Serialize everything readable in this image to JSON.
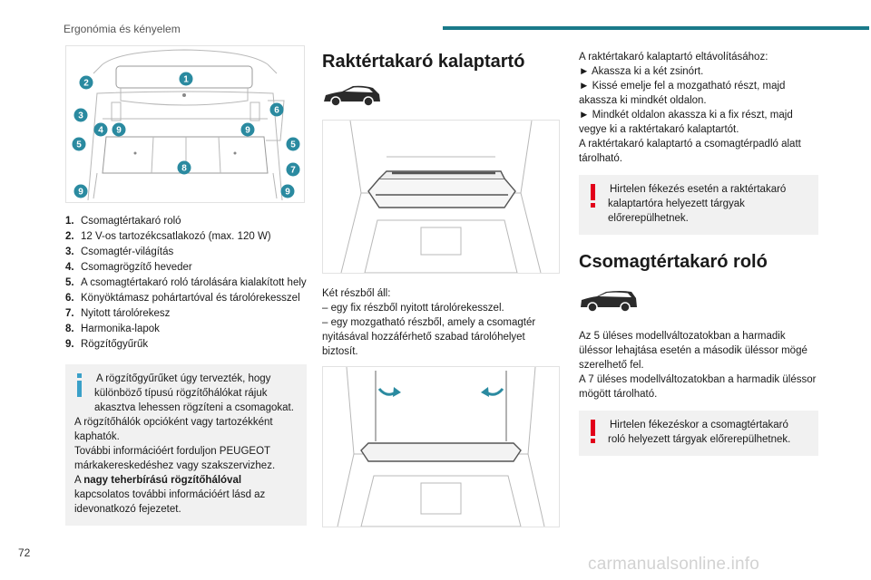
{
  "header": {
    "title": "Ergonómia és kényelem"
  },
  "page_number": "72",
  "watermark": "carmanualsonline.info",
  "colors": {
    "accent": "#1a7a8a",
    "callout": "#2a8aa0",
    "warning": "#e2001a",
    "info": "#3aa0c8"
  },
  "illustration1": {
    "callouts": [
      "1",
      "2",
      "3",
      "4",
      "9",
      "9",
      "6",
      "5",
      "5",
      "7",
      "8",
      "9",
      "9"
    ]
  },
  "legend": [
    {
      "num": "1.",
      "text": "Csomagtértakaró roló"
    },
    {
      "num": "2.",
      "text": "12 V-os tartozékcsatlakozó (max. 120 W)"
    },
    {
      "num": "3.",
      "text": "Csomagtér-világítás"
    },
    {
      "num": "4.",
      "text": "Csomagrögzítő heveder"
    },
    {
      "num": "5.",
      "text": "A csomagtértakaró roló tárolására kialakított hely"
    },
    {
      "num": "6.",
      "text": "Könyöktámasz pohártartóval és tárolórekesszel"
    },
    {
      "num": "7.",
      "text": "Nyitott tárolórekesz"
    },
    {
      "num": "8.",
      "text": "Harmonika-lapok"
    },
    {
      "num": "9.",
      "text": "Rögzítőgyűrűk"
    }
  ],
  "info_box": {
    "line1": "A rögzítőgyűrűket úgy tervezték, hogy",
    "line2": "különböző típusú rögzítőhálókat rájuk akasztva lehessen rögzíteni a csomagokat.",
    "line3": "A rögzítőhálók opcióként vagy tartozékként kaphatók.",
    "line4": "További információért forduljon PEUGEOT márkakereskedéshez vagy szakszervizhez.",
    "line5_pre": "A ",
    "line5_bold": "nagy teherbírású rögzítőhálóval",
    "line5_post": " kapcsolatos további információért lásd az idevonatkozó fejezetet."
  },
  "section1": {
    "title": "Raktértakaró kalaptartó",
    "intro": "Két részből áll:",
    "items": [
      "– egy fix részből nyitott tárolórekesszel.",
      "– egy mozgatható részből, amely a csomagtér nyitásával hozzáférhető szabad tárolóhelyet biztosít."
    ],
    "removal_title": "A raktértakaró kalaptartó eltávolításához:",
    "steps": [
      "► Akassza ki a két zsinórt.",
      "► Kissé emelje fel a mozgatható részt, majd akassza ki mindkét oldalon.",
      "► Mindkét oldalon akassza ki a fix részt, majd vegye ki a raktértakaró kalaptartót."
    ],
    "storage": "A raktértakaró kalaptartó a csomagtérpadló alatt tárolható.",
    "warning_first": "Hirtelen fékezés esetén a raktértakaró",
    "warning_rest": "kalaptartóra helyezett tárgyak előrerepülhetnek."
  },
  "section2": {
    "title": "Csomagtértakaró roló",
    "p1": "Az 5 üléses modellváltozatokban a harmadik üléssor lehajtása esetén a második üléssor mögé szerelhető fel.",
    "p2": "A 7 üléses modellváltozatokban a harmadik üléssor mögött tárolható.",
    "warning_first": "Hirtelen fékezéskor a csomagtértakaró",
    "warning_rest": "roló helyezett tárgyak előrerepülhetnek."
  }
}
